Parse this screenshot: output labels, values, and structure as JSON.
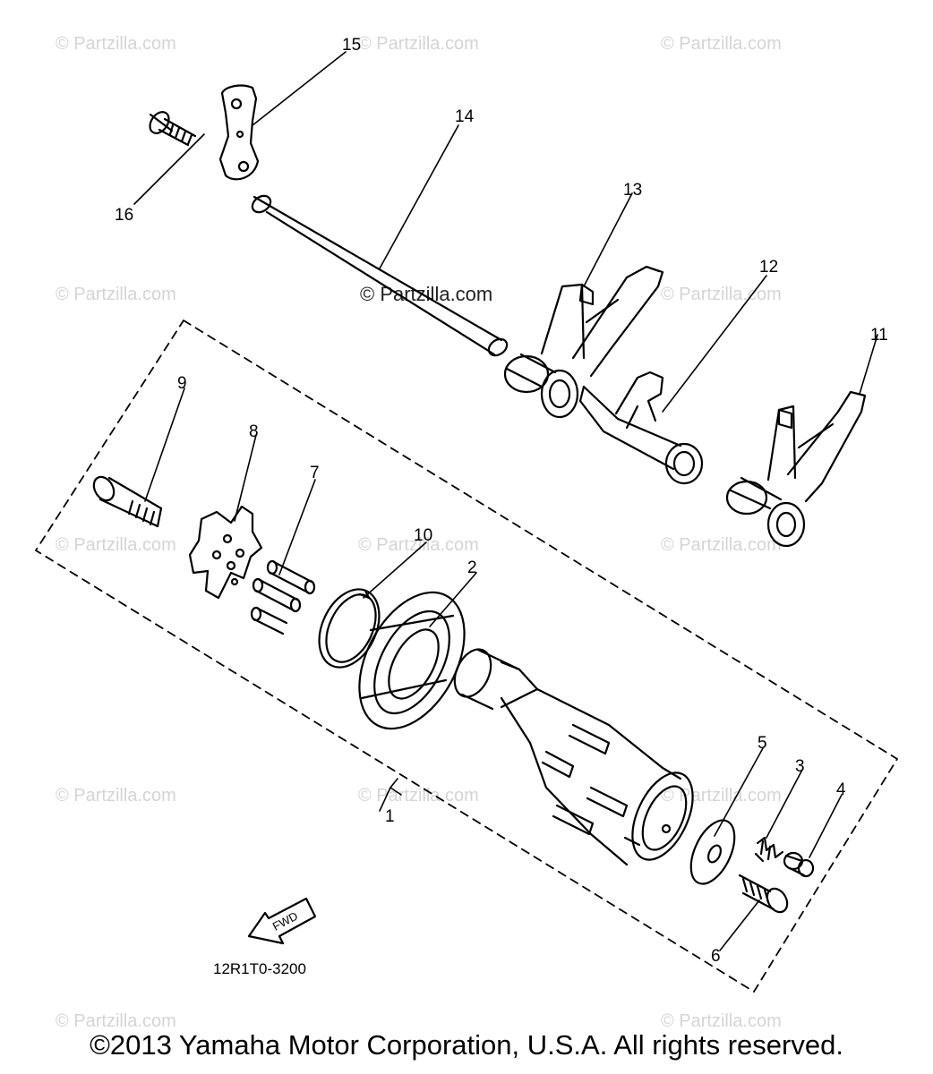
{
  "watermark": "© Partzilla.com",
  "diagram_code": "12R1T0-3200",
  "fwd_label": "FWD",
  "copyright": "©2013 Yamaha Motor Corporation, U.S.A. All rights reserved.",
  "parts": [
    {
      "number": "1"
    },
    {
      "number": "2"
    },
    {
      "number": "3"
    },
    {
      "number": "4"
    },
    {
      "number": "5"
    },
    {
      "number": "6"
    },
    {
      "number": "7"
    },
    {
      "number": "8"
    },
    {
      "number": "9"
    },
    {
      "number": "10"
    },
    {
      "number": "11"
    },
    {
      "number": "12"
    },
    {
      "number": "13"
    },
    {
      "number": "14"
    },
    {
      "number": "15"
    },
    {
      "number": "16"
    }
  ]
}
